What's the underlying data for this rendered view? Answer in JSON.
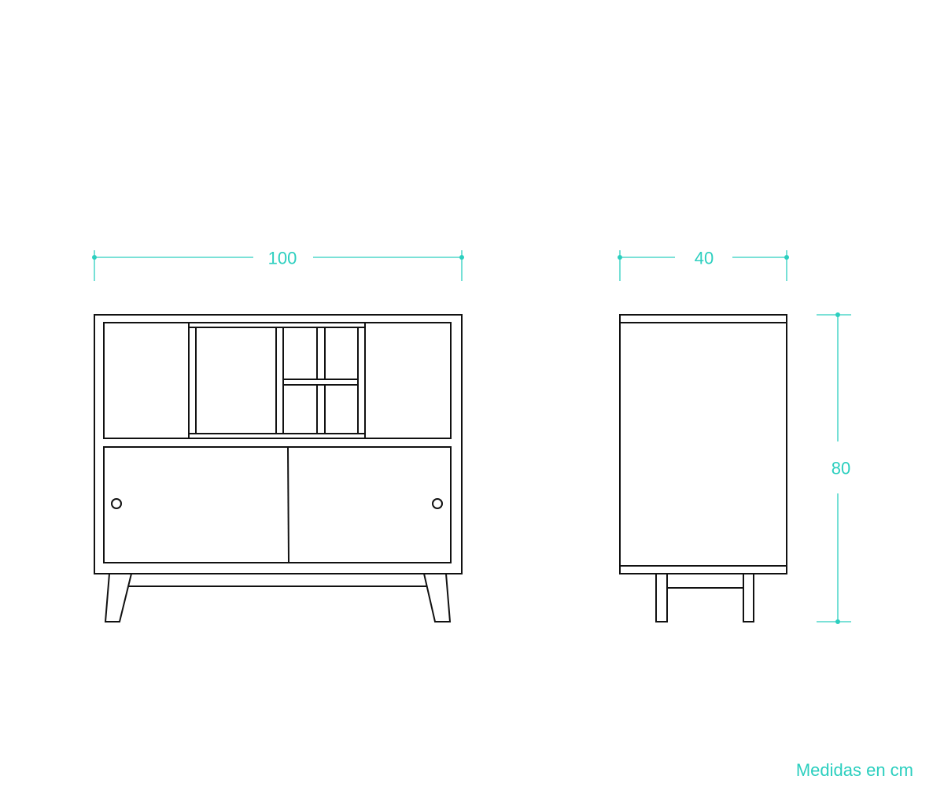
{
  "dimensions": {
    "width": "100",
    "depth": "40",
    "height": "80"
  },
  "note": "Medidas en cm",
  "colors": {
    "dimension": "#2ccfbf",
    "line": "#111111"
  }
}
